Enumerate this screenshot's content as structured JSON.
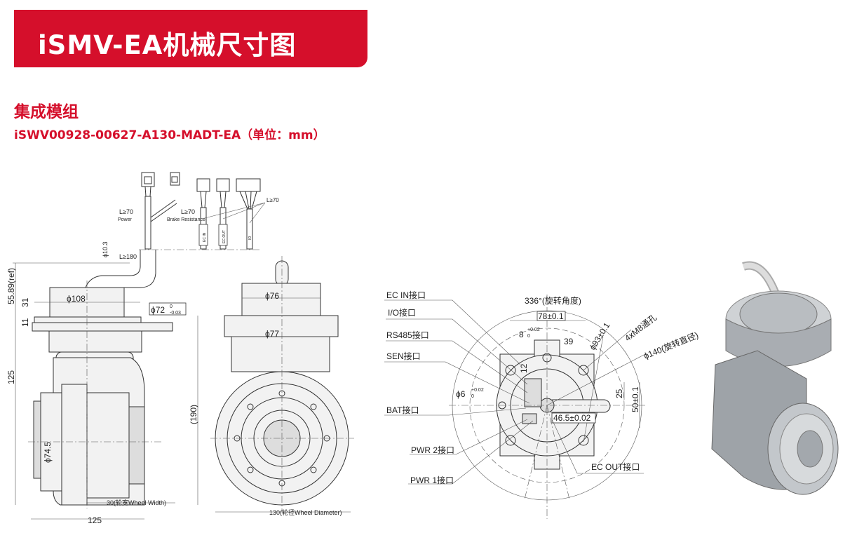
{
  "header": {
    "title": "iSMV-EA机械尺寸图"
  },
  "section": {
    "title": "集成模组",
    "model": "iSWV00928-00627-A130-MADT-EA（单位：mm）"
  },
  "side_view": {
    "cable_power_len": "L≥70",
    "cable_power_label": "Power",
    "cable_brake_len": "L≥70",
    "cable_brake_label": "Brake Resistance",
    "cable_io_len": "L≥70",
    "cable_main_len": "L≥180",
    "cable_dia": "ϕ10.3",
    "tag_ec_in": "EC IN",
    "tag_ec_out": "EC OUT",
    "tag_io": "IO",
    "dim_height_ref": "55.89(ref)",
    "dim_31": "31",
    "dim_11": "11",
    "dim_125_v": "125",
    "dim_108": "ϕ108",
    "dim_72": "ϕ72",
    "dim_72_tol_upper": "0",
    "dim_72_tol_lower": "-0.03",
    "dim_74_5": "ϕ74.5",
    "dim_wheel_width": "30(轮宽Wheel Width)",
    "dim_125_h": "125"
  },
  "front_view": {
    "dim_76": "ϕ76",
    "dim_77": "ϕ77",
    "dim_190": "(190)",
    "dim_wheel_dia": "130(轮径Wheel Diameter)"
  },
  "top_view": {
    "rotation": "336°(旋转角度)",
    "dim_78": "78±0.1",
    "dim_8": "8",
    "dim_8_tol": "+0.02",
    "dim_8_tol_lower": "0",
    "dim_39": "39",
    "dim_12": "12",
    "dim_93": "ϕ93±0.1",
    "m8_holes": "4xM8通孔",
    "dim_140": "ϕ140(旋转直径)",
    "dim_6": "ϕ6",
    "dim_6_tol": "+0.02",
    "dim_6_tol_lower": "0",
    "dim_25": "25",
    "dim_50": "50±0.1",
    "dim_46_5": "46.5±0.02",
    "ports": {
      "ec_in": "EC IN接口",
      "io": "I/O接口",
      "rs485": "RS485接口",
      "sen": "SEN接口",
      "bat": "BAT接口",
      "pwr2": "PWR 2接口",
      "pwr1": "PWR 1接口",
      "ec_out": "EC OUT接口"
    }
  },
  "colors": {
    "brand": "#d50f2b"
  }
}
